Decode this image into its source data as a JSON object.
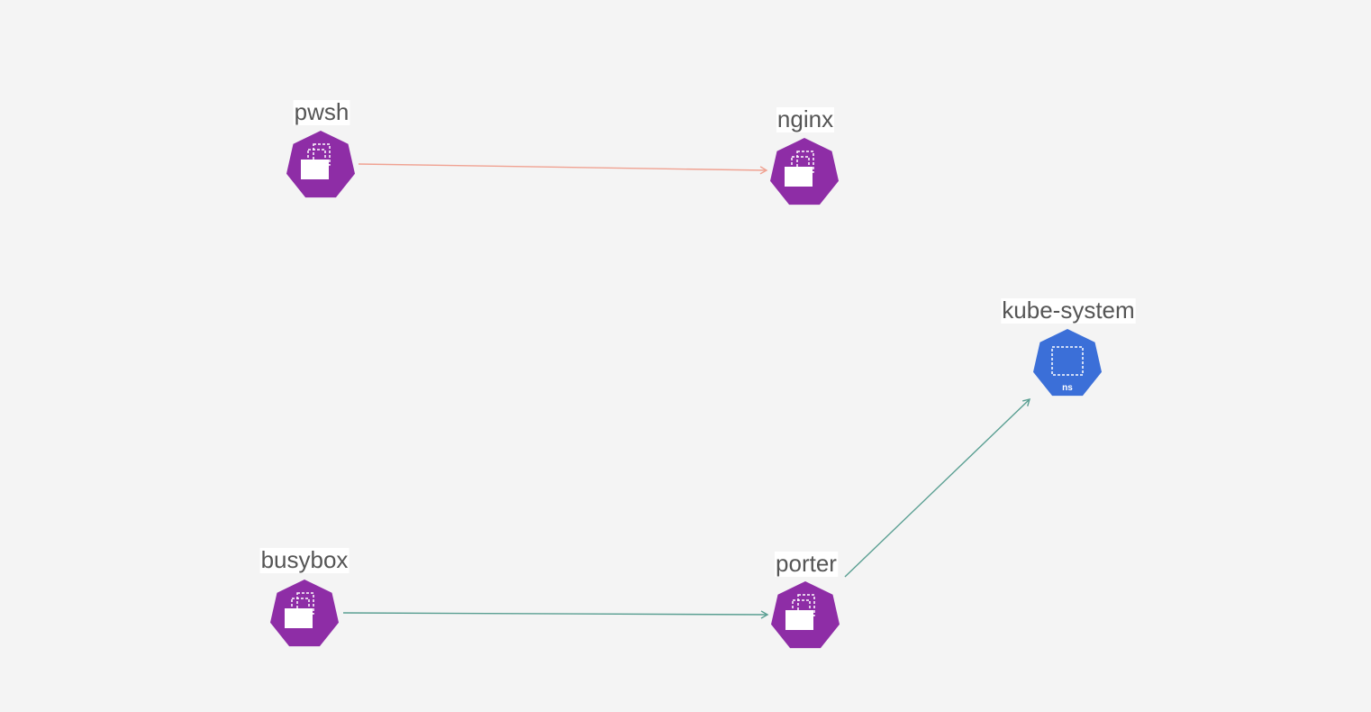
{
  "diagram": {
    "nodes": [
      {
        "id": "pwsh",
        "label": "pwsh",
        "kind": "pod",
        "icon": "pod-icon",
        "color": "#8e2da6"
      },
      {
        "id": "nginx",
        "label": "nginx",
        "kind": "pod",
        "icon": "pod-icon",
        "color": "#8e2da6"
      },
      {
        "id": "kube-system",
        "label": "kube-system",
        "kind": "namespace",
        "icon": "namespace-icon",
        "color": "#3b6fd8",
        "badge": "ns"
      },
      {
        "id": "busybox",
        "label": "busybox",
        "kind": "pod",
        "icon": "pod-icon",
        "color": "#8e2da6"
      },
      {
        "id": "porter",
        "label": "porter",
        "kind": "pod",
        "icon": "pod-icon",
        "color": "#8e2da6"
      }
    ],
    "edges": [
      {
        "from": "pwsh",
        "to": "nginx",
        "color": "#f0a292"
      },
      {
        "from": "busybox",
        "to": "porter",
        "color": "#5a9f92"
      },
      {
        "from": "porter",
        "to": "kube-system",
        "color": "#5a9f92"
      }
    ]
  }
}
